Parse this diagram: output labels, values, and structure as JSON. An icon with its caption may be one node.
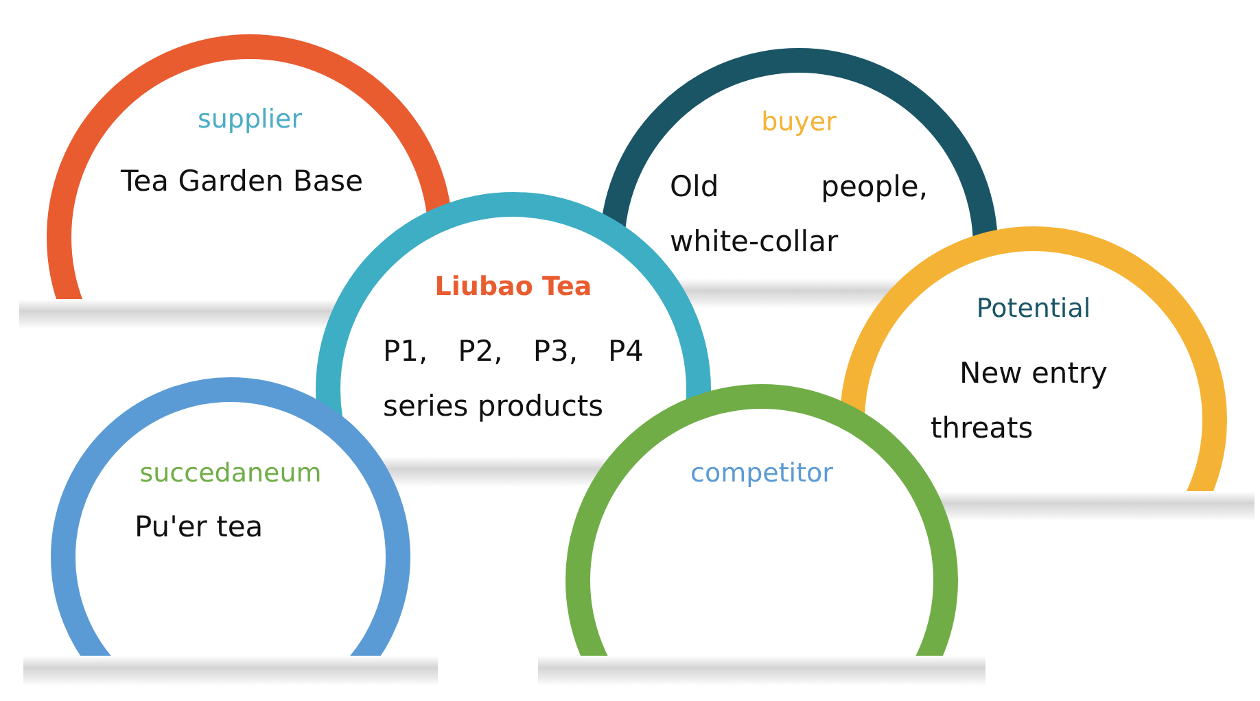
{
  "diagram": {
    "nodes": [
      {
        "text": [
          "supplier",
          "Tea Garden Base"
        ]
      },
      {
        "text": [
          "buyer",
          "Old people, white-collar"
        ]
      },
      {
        "text": [
          "Potential",
          "New entry threats"
        ]
      },
      {
        "text": [
          "Liubao Tea",
          "P1, P2, P3, P4 series products"
        ]
      },
      {
        "text": [
          "succedaneum",
          "Pu'er tea"
        ]
      },
      {
        "text": [
          "competitor"
        ]
      }
    ]
  }
}
